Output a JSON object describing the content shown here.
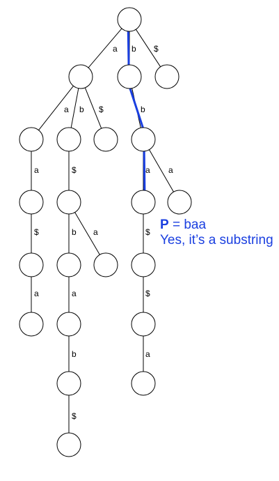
{
  "edge_labels": [
    "a",
    "b",
    "$",
    "a",
    "b",
    "$",
    "b",
    "a",
    "$",
    "a",
    "a",
    "$",
    "b",
    "a",
    "$",
    "a",
    "a",
    "$",
    "b",
    "a",
    "$"
  ],
  "annotation": {
    "pattern_var": "P",
    "pattern_eq": " = baa",
    "result": "Yes, it’s a substring"
  },
  "colors": {
    "highlight": "#1a3fe0"
  }
}
